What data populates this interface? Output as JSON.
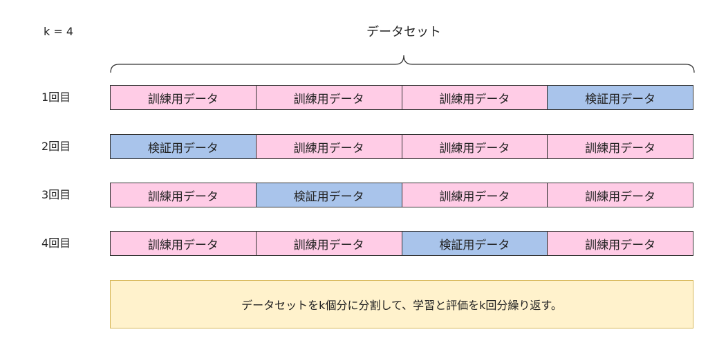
{
  "k_label": "k = 4",
  "dataset_title": "データセット",
  "rounds": [
    {
      "label": "1回目",
      "cells": [
        {
          "text": "訓練用データ",
          "kind": "train"
        },
        {
          "text": "訓練用データ",
          "kind": "train"
        },
        {
          "text": "訓練用データ",
          "kind": "train"
        },
        {
          "text": "検証用データ",
          "kind": "valid"
        }
      ]
    },
    {
      "label": "2回目",
      "cells": [
        {
          "text": "検証用データ",
          "kind": "valid"
        },
        {
          "text": "訓練用データ",
          "kind": "train"
        },
        {
          "text": "訓練用データ",
          "kind": "train"
        },
        {
          "text": "訓練用データ",
          "kind": "train"
        }
      ]
    },
    {
      "label": "3回目",
      "cells": [
        {
          "text": "訓練用データ",
          "kind": "train"
        },
        {
          "text": "検証用データ",
          "kind": "valid"
        },
        {
          "text": "訓練用データ",
          "kind": "train"
        },
        {
          "text": "訓練用データ",
          "kind": "train"
        }
      ]
    },
    {
      "label": "4回目",
      "cells": [
        {
          "text": "訓練用データ",
          "kind": "train"
        },
        {
          "text": "訓練用データ",
          "kind": "train"
        },
        {
          "text": "検証用データ",
          "kind": "valid"
        },
        {
          "text": "訓練用データ",
          "kind": "train"
        }
      ]
    }
  ],
  "note": "データセットをk個分に分割して、学習と評価をk回分繰り返す。",
  "colors": {
    "train": "#ffcce6",
    "valid": "#a9c4eb",
    "note_bg": "#fff2cc"
  }
}
